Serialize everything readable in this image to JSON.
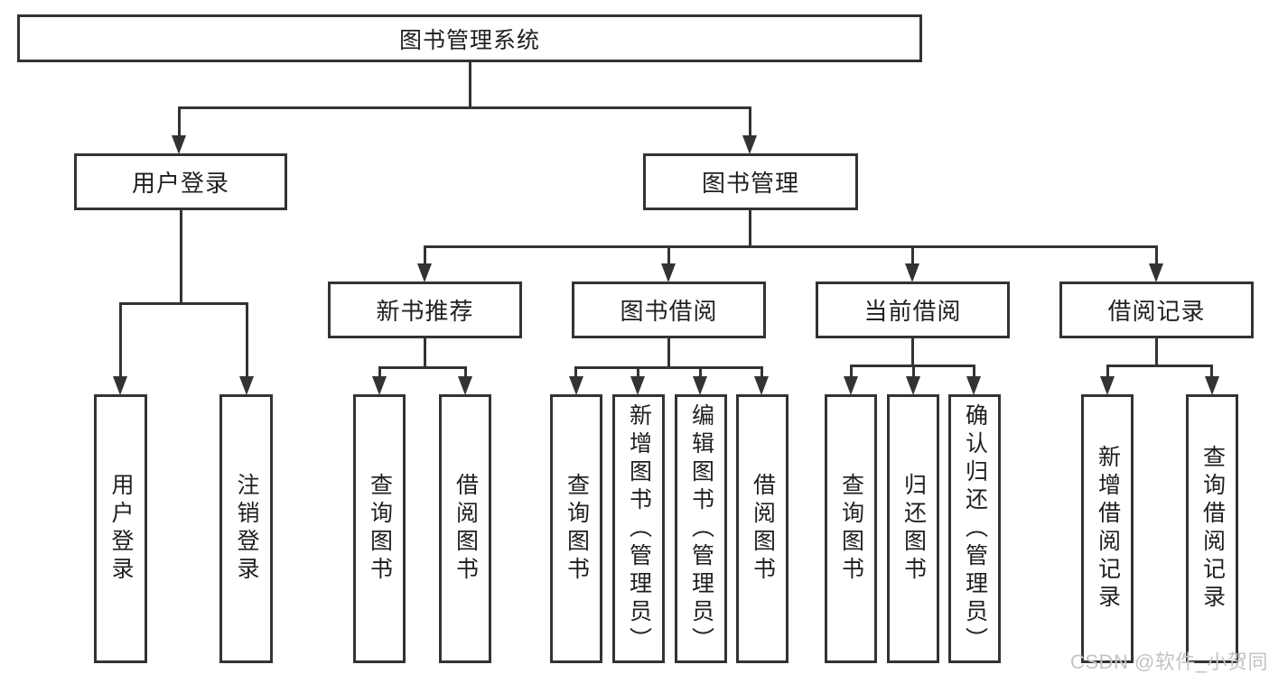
{
  "title": "图书管理系统",
  "level2": [
    "用户登录",
    "图书管理"
  ],
  "level3": [
    "新书推荐",
    "图书借阅",
    "当前借阅",
    "借阅记录"
  ],
  "leaves": {
    "user": [
      "用户登录",
      "注销登录"
    ],
    "recommend": [
      "查询图书",
      "借阅图书"
    ],
    "borrow": [
      "查询图书",
      "新增图书（管理员）",
      "编辑图书（管理员）",
      "借阅图书"
    ],
    "current": [
      "查询图书",
      "归还图书",
      "确认归还（管理员）"
    ],
    "record": [
      "新增借阅记录",
      "查询借阅记录"
    ]
  },
  "watermark": "CSDN @软件_小贺同学",
  "colors": {
    "line": "#333333",
    "text": "#1f1f1f",
    "watermark": "#c3c3c3",
    "bg": "#ffffff"
  }
}
